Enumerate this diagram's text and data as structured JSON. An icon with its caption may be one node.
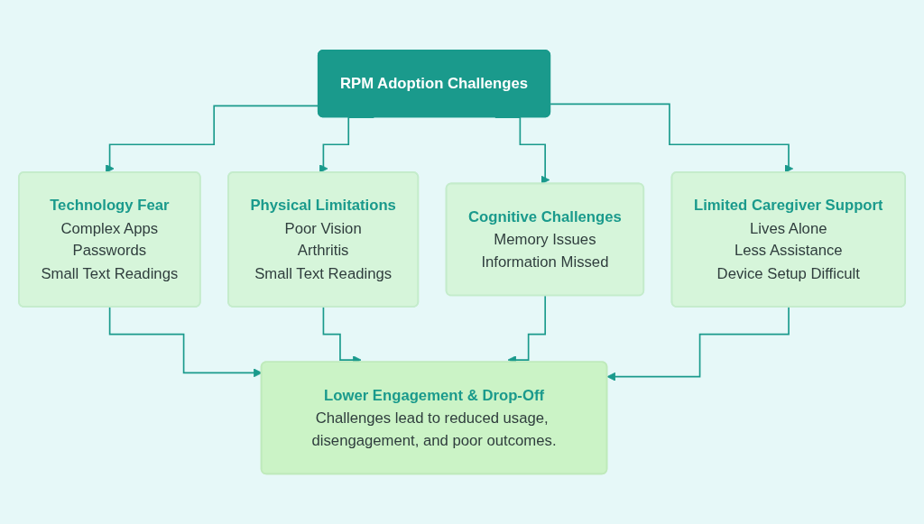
{
  "diagram": {
    "nodes": [
      {
        "text": [
          "RPM Adoption Challenges"
        ]
      },
      {
        "text": [
          "Technology Fear",
          "Complex Apps",
          "Passwords",
          "Small Text Readings"
        ]
      },
      {
        "text": [
          "Physical Limitations",
          "Poor Vision",
          "Arthritis",
          "Small Text Readings"
        ]
      },
      {
        "text": [
          "Cognitive Challenges",
          "Memory Issues",
          "Information Missed"
        ]
      },
      {
        "text": [
          "Limited Caregiver Support",
          "Lives Alone",
          "Less Assistance",
          "Device Setup Difficult"
        ]
      },
      {
        "text": [
          "Lower Engagement & Drop-Off",
          "Challenges lead to reduced usage, disengagement, and poor outcomes."
        ]
      }
    ],
    "edges": [
      {
        "from": 0,
        "to": 1,
        "arrow": "to"
      },
      {
        "from": 0,
        "to": 2,
        "arrow": "to"
      },
      {
        "from": 0,
        "to": 3,
        "arrow": "to"
      },
      {
        "from": 0,
        "to": 4,
        "arrow": "to"
      },
      {
        "from": 1,
        "to": 5,
        "arrow": "to"
      },
      {
        "from": 2,
        "to": 5,
        "arrow": "to"
      },
      {
        "from": 3,
        "to": 5,
        "arrow": "to"
      },
      {
        "from": 4,
        "to": 5,
        "arrow": "to"
      }
    ]
  }
}
